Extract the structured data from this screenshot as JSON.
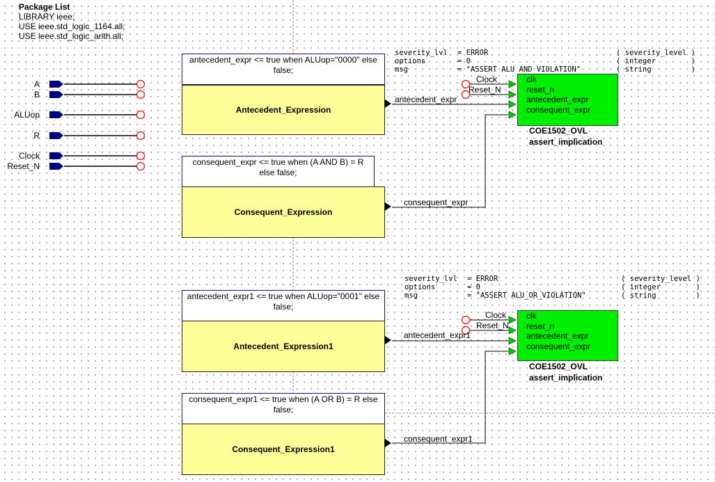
{
  "package_list": {
    "title": "Package List",
    "lines": [
      "LIBRARY ieee;",
      "USE ieee.std_logic_1164.all;",
      "USE ieee.std_logic_arith.all;"
    ]
  },
  "ports": [
    "A",
    "B",
    "ALUop",
    "R",
    "Clock",
    "Reset_N"
  ],
  "blocks": [
    {
      "text": "antecedent_expr <= true when ALUop=\"0000\" else false;",
      "name": "Antecedent_Expression",
      "signal": "antecedent_expr"
    },
    {
      "text": "consequent_expr <= true when (A AND B) = R else false;",
      "name": "Consequent_Expression",
      "signal": "consequent_expr"
    },
    {
      "text": "antecedent_expr1 <= true when ALUop=\"0001\" else false;",
      "name": "Antecedent_Expression1",
      "signal": "antecedent_expr1"
    },
    {
      "text": "consequent_expr1 <= true when (A OR B) = R else false;",
      "name": "Consequent_Expression1",
      "signal": "consequent_expr1"
    }
  ],
  "instances": [
    {
      "generics": [
        {
          "name": "severity_lvl",
          "value": "ERROR",
          "type": "( severity_level )"
        },
        {
          "name": "options",
          "value": "0",
          "type": "( integer        )"
        },
        {
          "name": "msg",
          "value": "\"ASSERT ALU AND VIOLATION\"",
          "type": "( string         )"
        }
      ],
      "inputs": [
        "Clock",
        "Reset_N"
      ],
      "ports": [
        "clk",
        "reset_n",
        "antecedent_expr",
        "consequent_expr"
      ],
      "library": "COE1502_OVL",
      "cell": "assert_implication"
    },
    {
      "generics": [
        {
          "name": "severity_lvl",
          "value": "ERROR",
          "type": "( severity_level )"
        },
        {
          "name": "options",
          "value": "0",
          "type": "( integer        )"
        },
        {
          "name": "msg",
          "value": "\"ASSERT ALU_OR_VIOLATION\"",
          "type": "( string         )"
        }
      ],
      "inputs": [
        "Clock",
        "Reset_N"
      ],
      "ports": [
        "clk",
        "reset_n",
        "antecedent_expr",
        "consequent_expr"
      ],
      "library": "COE1502_OVL",
      "cell": "assert_implication"
    }
  ],
  "colors": {
    "port": "#000080",
    "port_end": "#ff0000",
    "process_fill": "#ffff99",
    "instance_fill": "#00ee00",
    "instance_pin": "#00cc00"
  }
}
